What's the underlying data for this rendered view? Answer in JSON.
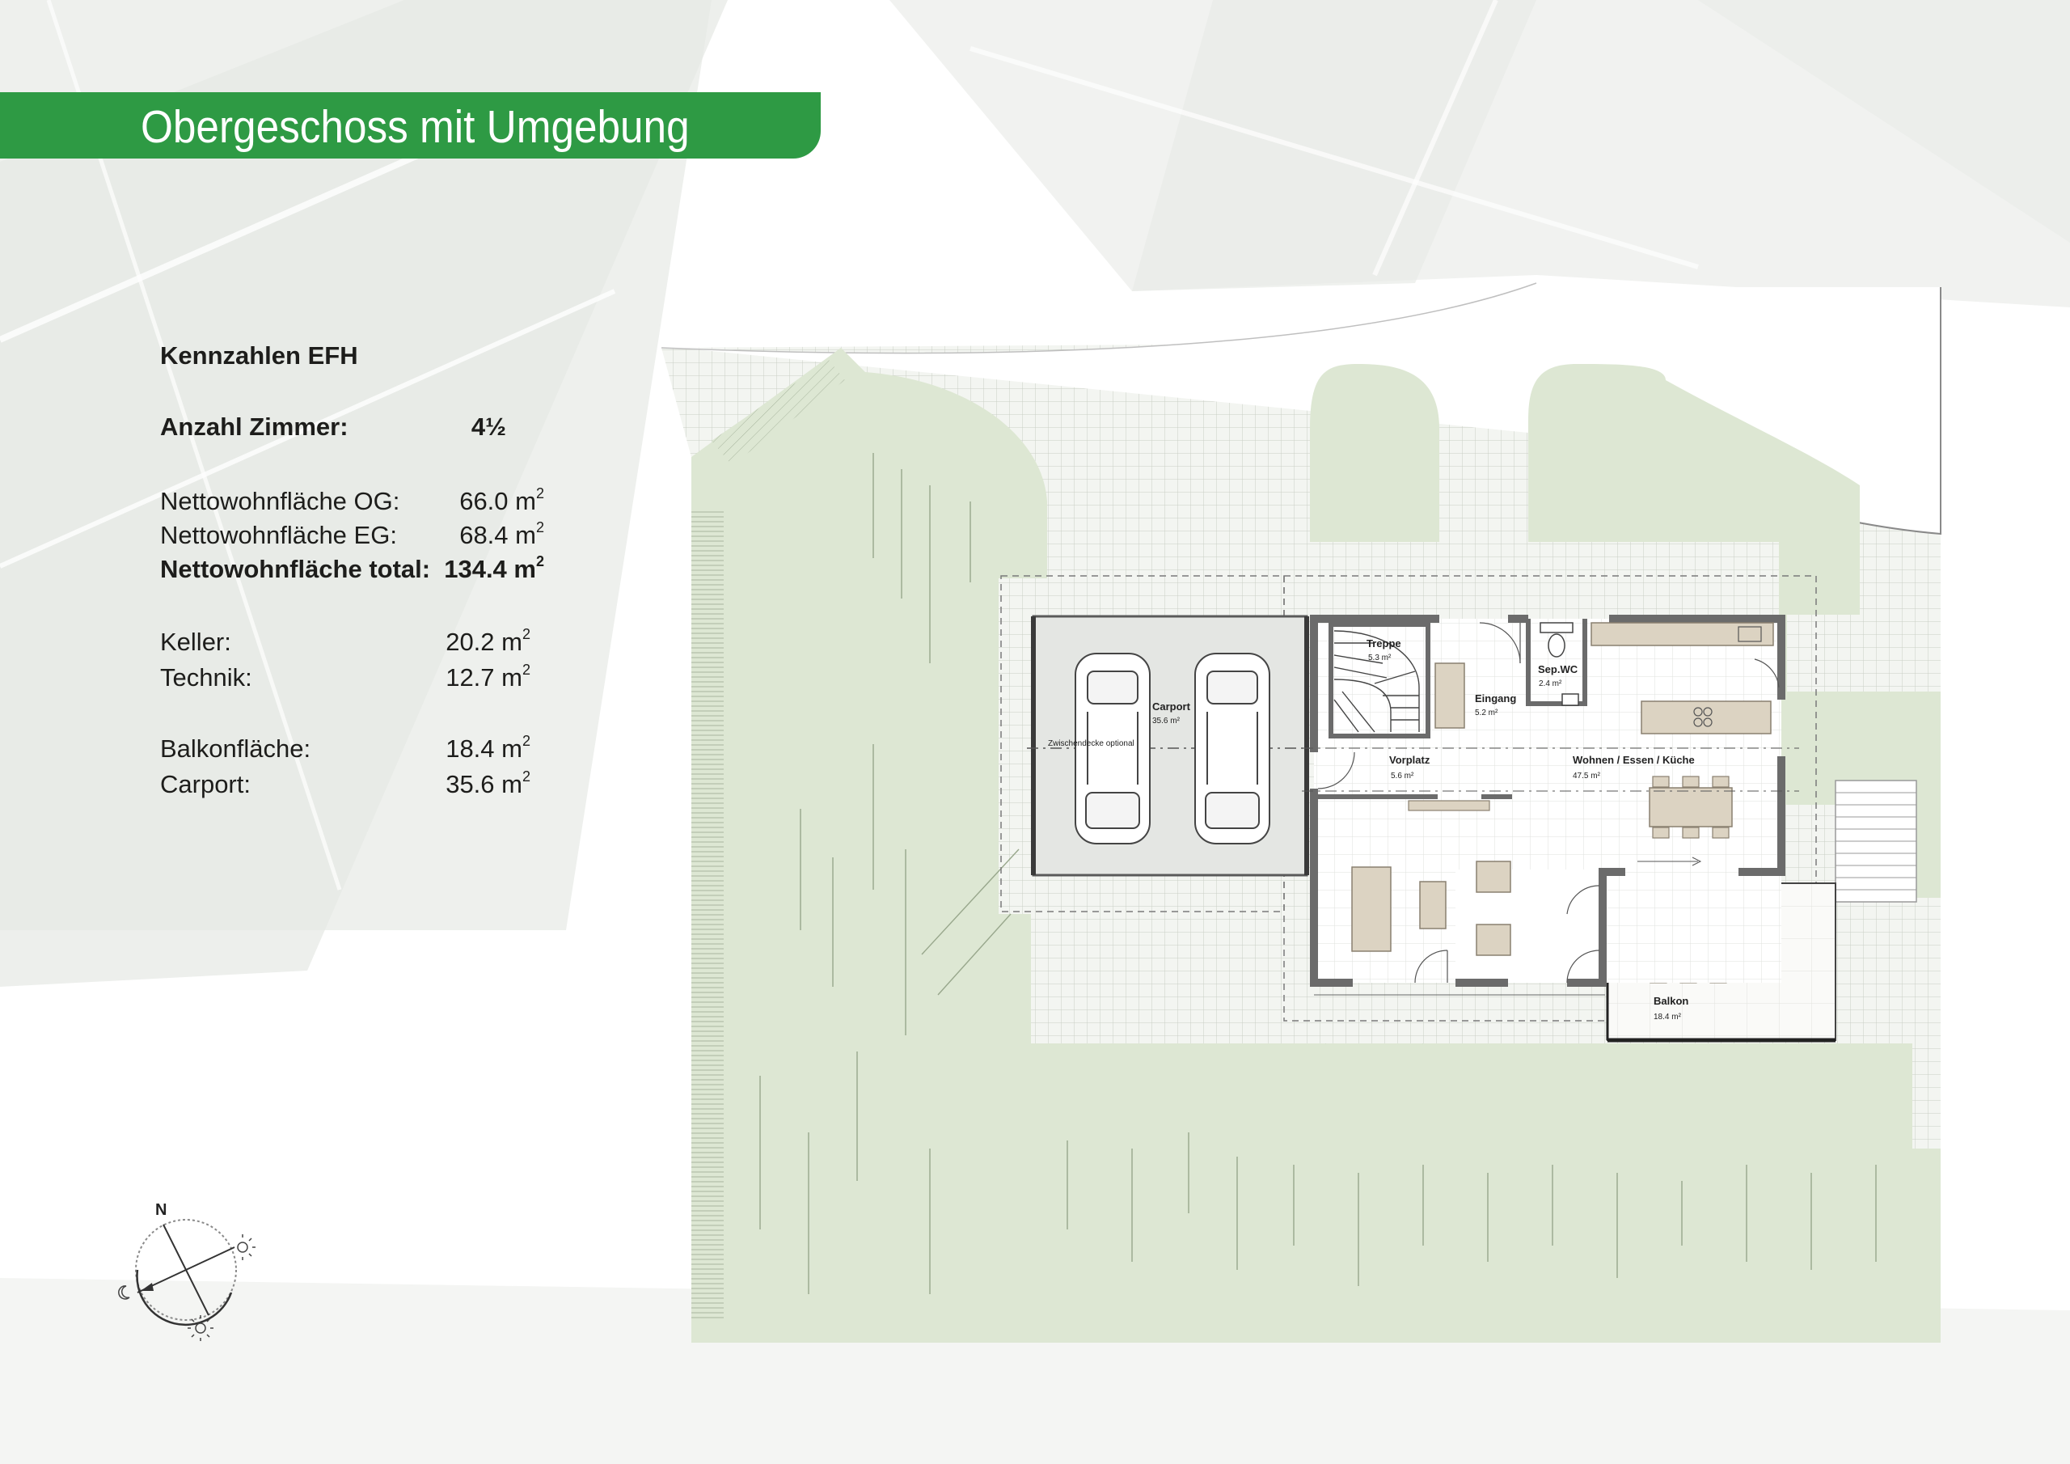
{
  "page": {
    "title": "Obergeschoss mit Umgebung"
  },
  "kennzahlen": {
    "heading": "Kennzahlen EFH",
    "rows": [
      {
        "label": "Anzahl Zimmer:",
        "value": "4½",
        "unit": "",
        "bold": true
      },
      {
        "label": "Nettowohnfläche OG:",
        "value": "66.0 m",
        "unit": "2",
        "bold": false
      },
      {
        "label": "Nettowohnfläche EG:",
        "value": "68.4 m",
        "unit": "2",
        "bold": false
      },
      {
        "label": "Nettowohnfläche total:",
        "value": "134.4 m",
        "unit": "2",
        "bold": true
      },
      {
        "label": "Keller:",
        "value": "20.2 m",
        "unit": "2",
        "bold": false
      },
      {
        "label": "Technik:",
        "value": "12.7 m",
        "unit": "2",
        "bold": false
      },
      {
        "label": "Balkonfläche:",
        "value": "18.4 m",
        "unit": "2",
        "bold": false
      },
      {
        "label": "Carport:",
        "value": "35.6 m",
        "unit": "2",
        "bold": false
      }
    ]
  },
  "plan": {
    "rooms": {
      "treppe": {
        "name": "Treppe",
        "area": "5.3 m²"
      },
      "eingang": {
        "name": "Eingang",
        "area": "5.2 m²"
      },
      "sepwc": {
        "name": "Sep.WC",
        "area": "2.4 m²"
      },
      "carport": {
        "name": "Carport",
        "area": "35.6 m²"
      },
      "vorplatz": {
        "name": "Vorplatz",
        "area": "5.6 m²"
      },
      "wohnen": {
        "name": "Wohnen / Essen / Küche",
        "area": "47.5 m²"
      },
      "balkon": {
        "name": "Balkon",
        "area": "18.4 m²"
      }
    },
    "note": "Zwischendecke optional"
  },
  "compass": {
    "north_label": "N",
    "icons": [
      "sun-icon",
      "moon-icon"
    ]
  },
  "colors": {
    "brand_green": "#2e9a44",
    "lawn": "#dde7d3",
    "paving": "#f2f4f0",
    "wall": "#6b6b6b",
    "furniture": "#dcd3c2"
  }
}
